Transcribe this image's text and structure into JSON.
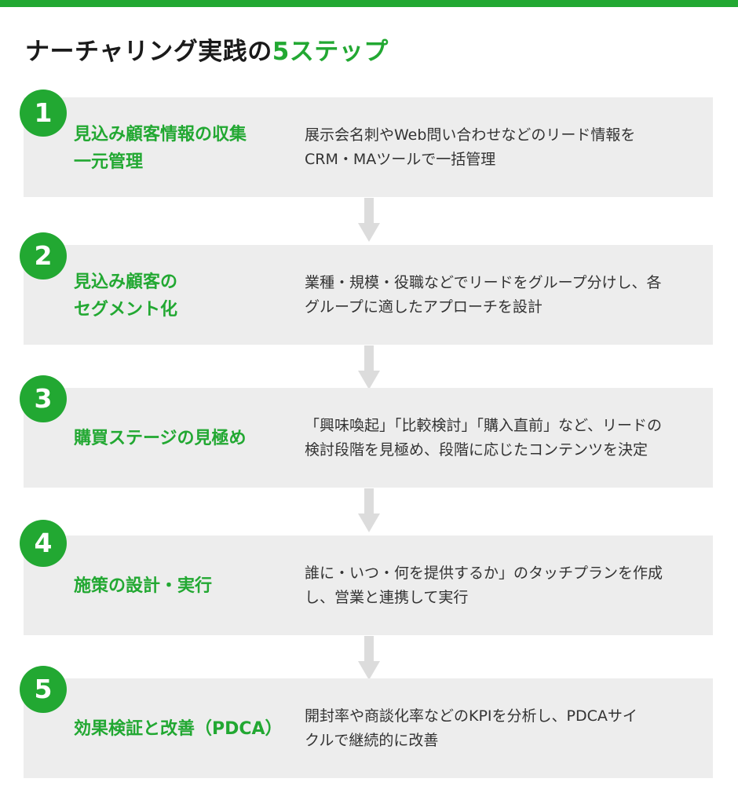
{
  "title": {
    "main": "ナーチャリング実践の",
    "accent": "5ステップ"
  },
  "steps": [
    {
      "number": "1",
      "title": "見込み顧客情報の収集\n一元管理",
      "description": "展示会名刺やWeb問い合わせなどのリード情報を\nCRM・MAツールで一括管理"
    },
    {
      "number": "2",
      "title": "見込み顧客の\nセグメント化",
      "description": "業種・規模・役職などでリードをグループ分けし、各\nグループに適したアプローチを設計"
    },
    {
      "number": "3",
      "title": "購買ステージの見極め",
      "description": "「興味喚起」「比較検討」「購入直前」など、リードの\n検討段階を見極め、段階に応じたコンテンツを決定"
    },
    {
      "number": "4",
      "title": "施策の設計・実行",
      "description": "誰に・いつ・何を提供するか」のタッチプランを作成\nし、営業と連携して実行"
    },
    {
      "number": "5",
      "title": "効果検証と改善（PDCA）",
      "description": "開封率や商談化率などのKPIを分析し、PDCAサイ\nクルで継続的に改善"
    }
  ],
  "colors": {
    "accent": "#22a832",
    "box": "#ededed",
    "arrow": "#dcdcdc",
    "text": "#333333"
  }
}
